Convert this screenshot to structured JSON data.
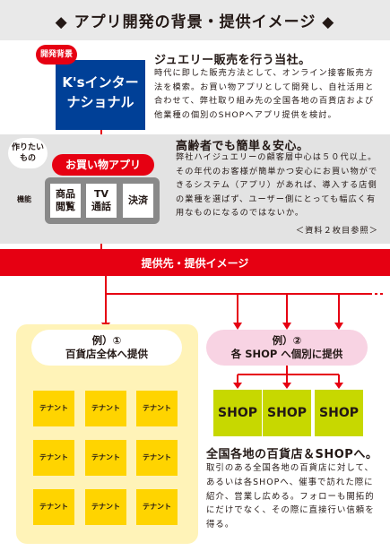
{
  "title": "◆ アプリ開発の背景・提供イメージ ◆",
  "background": {
    "label": "開発背景",
    "company": [
      "K'sインター",
      "ナショナル"
    ],
    "heading": "ジュエリー販売を行う当社。",
    "body": "時代に即した販売方法として、オンライン接客販売方法を模索。お買い物アプリとして開発し、自社活用と合わせて、弊社取り組み先の全国各地の百貨店および他業種の個別のSHOPへアプリ提供を検討。"
  },
  "want": {
    "label": [
      "作りたい",
      "もの"
    ],
    "app": "お買い物アプリ",
    "func_label": "機能",
    "features": [
      [
        "商品",
        "閲覧"
      ],
      [
        "TV",
        "通話"
      ],
      [
        "決済"
      ]
    ]
  },
  "elderly": {
    "heading": "高齢者でも簡単＆安心。",
    "body": "弊社ハイジュエリーの顧客層中心は５０代以上。その年代のお客様が簡単かつ安心にお買い物ができるシステム（アプリ）があれば、導入する店側の業種を選ばず、ユーザー側にとっても幅広く有用なものになるのではないか。",
    "note": "＜資料２枚目参照＞"
  },
  "provide": "提供先・提供イメージ",
  "example1": [
    "例）①",
    "百貨店全体へ提供"
  ],
  "example2": [
    "例）②",
    "各 SHOP へ個別に提供"
  ],
  "tenant": "テナント",
  "shop": "SHOP",
  "nationwide": {
    "heading": "全国各地の百貨店＆SHOPへ。",
    "body": "取引のある全国各地の百貨店に対して、あるいは各SHOPへ、催事で訪れた際に紹介、営業し広める。フォローも開拓的にだけでなく、その際に直接行い信頼を得る。"
  },
  "colors": {
    "red": "#e60012",
    "navy": "#004097",
    "yellow": "#ffd400",
    "lime": "#c7d800",
    "pink": "#f8d3e3"
  }
}
